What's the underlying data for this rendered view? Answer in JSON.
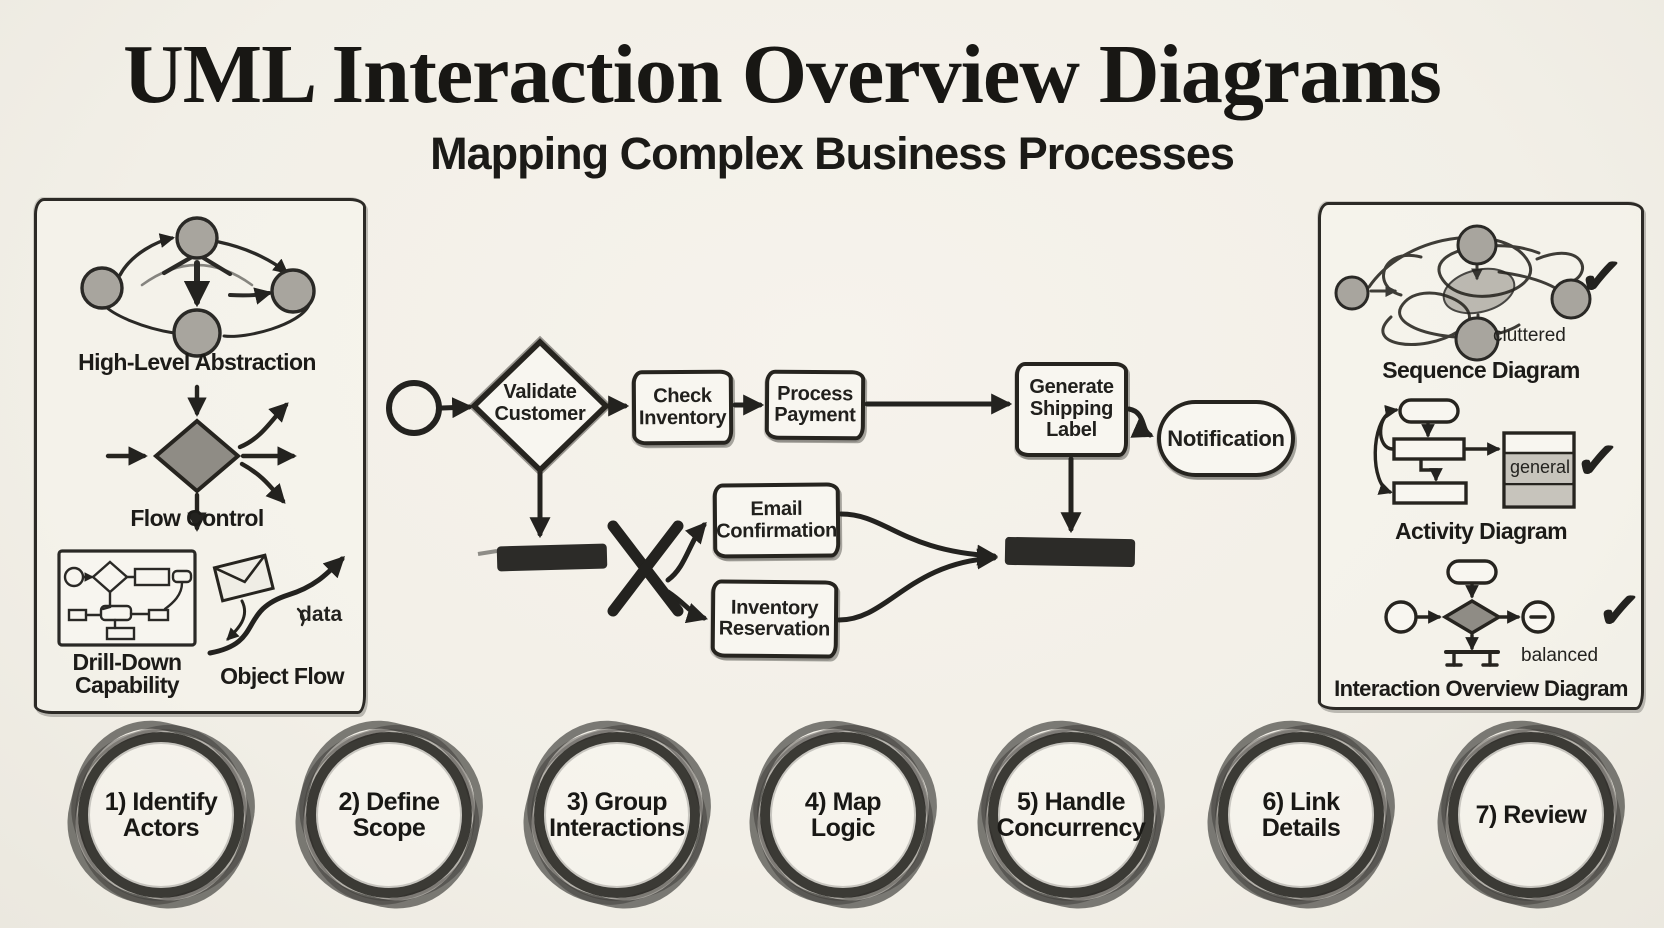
{
  "title": "UML Interaction Overview Diagrams",
  "subtitle": "Mapping Complex Business Processes",
  "colors": {
    "paper": "#f4f1e9",
    "ink": "#23221f",
    "gray_fill": "#9d9a93"
  },
  "left_panel": {
    "high_level_label": "High-Level Abstraction",
    "flow_control_label": "Flow Control",
    "drill_down_label": "Drill-Down Capability",
    "object_flow_label": "Object Flow",
    "data_annotation": "data"
  },
  "flow": {
    "validate": "Validate Customer",
    "check_inventory": "Check Inventory",
    "process_payment": "Process Payment",
    "generate_label": "Generate Shipping Label",
    "notification": "Notification",
    "email_confirmation": "Email Confirmation",
    "inventory_reservation": "Inventory Reservation"
  },
  "right_panel": {
    "sequence": {
      "label": "Sequence Diagram",
      "annotation": "cluttered",
      "check": "✓"
    },
    "activity": {
      "label": "Activity Diagram",
      "annotation": "general",
      "check": "✓"
    },
    "iod": {
      "label": "Interaction Overview Diagram",
      "annotation": "balanced",
      "check": "✓"
    }
  },
  "steps": [
    "1) Identify\nActors",
    "2) Define\nScope",
    "3) Group\nInteractions",
    "4) Map\nLogic",
    "5) Handle\nConcurrency",
    "6) Link\nDetails",
    "7) Review"
  ]
}
